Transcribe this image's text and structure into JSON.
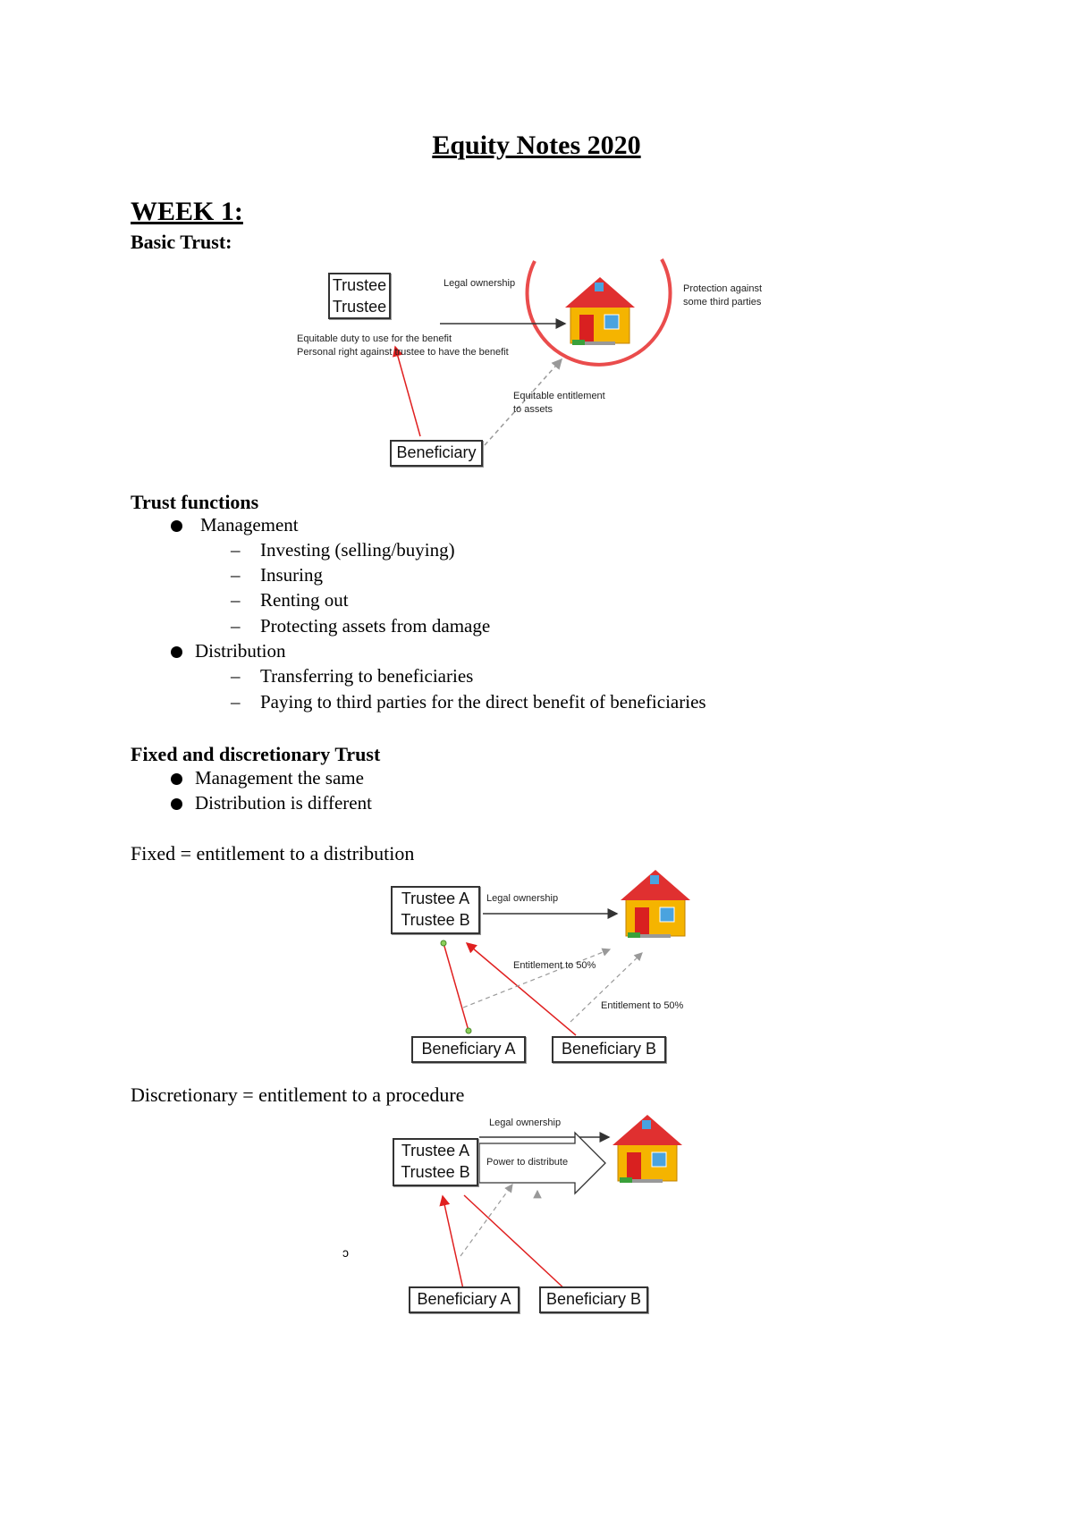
{
  "title": "Equity Notes 2020",
  "week": "WEEK 1:",
  "basic_trust": {
    "heading": "Basic Trust:",
    "trustee_1": "Trustee",
    "trustee_2": "Trustee",
    "legal_ownership": "Legal ownership",
    "protection_1": "Protection against",
    "protection_2": "some third parties",
    "duty_1": "Equitable duty to use for the benefit",
    "duty_2": "Personal right against trustee to have the benefit",
    "entitlement_1": "Equitable entitlement",
    "entitlement_2": "to assets",
    "beneficiary": "Beneficiary"
  },
  "trust_functions": {
    "heading": "Trust functions",
    "management": "Management",
    "management_items": [
      "Investing (selling/buying)",
      "Insuring",
      "Renting out",
      "Protecting assets from damage"
    ],
    "distribution": "Distribution",
    "distribution_items": [
      "Transferring to beneficiaries",
      "Paying to third parties for the direct benefit of beneficiaries"
    ]
  },
  "fixed_discretionary": {
    "heading": "Fixed and discretionary Trust",
    "items": [
      "Management the same",
      "Distribution is different"
    ]
  },
  "fixed": {
    "caption": "Fixed = entitlement to a distribution",
    "trustee_a": "Trustee A",
    "trustee_b": "Trustee B",
    "legal_ownership": "Legal ownership",
    "entitlement_a": "Entitlement to 50%",
    "entitlement_b": "Entitlement to 50%",
    "beneficiary_a": "Beneficiary A",
    "beneficiary_b": "Beneficiary B"
  },
  "discretionary": {
    "caption": "Discretionary = entitlement to a procedure",
    "trustee_a": "Trustee A",
    "trustee_b": "Trustee B",
    "legal_ownership": "Legal ownership",
    "power": "Power to distribute",
    "stray_mark": "ɔ",
    "beneficiary_a": "Beneficiary A",
    "beneficiary_b": "Beneficiary B"
  },
  "colors": {
    "red_arrow": "#e02020",
    "house_wall": "#f5b400",
    "house_roof": "#e03030",
    "door": "#d92020"
  }
}
